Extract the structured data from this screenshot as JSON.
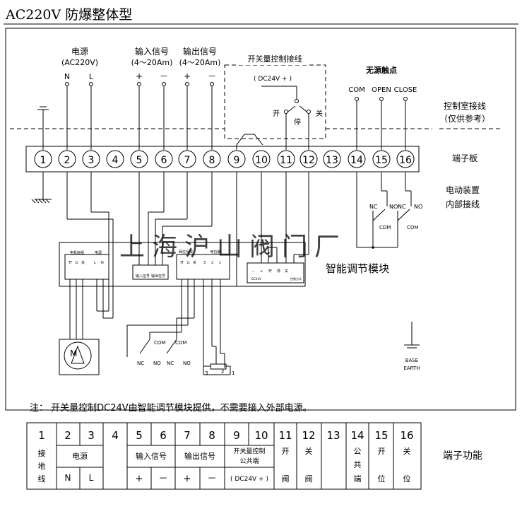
{
  "title": "AC220V 防爆整体型",
  "top_labels": {
    "power": "电源",
    "power_v": "(AC220V)",
    "input_signal": "输入信号",
    "input_range": "(4～20Am)",
    "output_signal": "输出信号",
    "output_range": "(4～20Am)",
    "switch_ctrl": "开关量控制接线",
    "dc24": "( DC24V + )",
    "open": "开",
    "stop": "停",
    "close": "关",
    "dry_contact": "无源触点",
    "com": "COM",
    "open_en": "OPEN",
    "close_en": "CLOSE",
    "ctrl_room_1": "控制室接线",
    "ctrl_room_2": "（仅供参考）",
    "N": "N",
    "L": "L",
    "plus1": "+",
    "minus1": "－",
    "plus2": "+",
    "minus2": "－"
  },
  "terminal_board": {
    "label": "端子板",
    "terminals": [
      "1",
      "2",
      "3",
      "4",
      "5",
      "6",
      "7",
      "8",
      "9",
      "10",
      "11",
      "12",
      "13",
      "14",
      "15",
      "16"
    ]
  },
  "device_wiring": {
    "label_1": "电动装置",
    "label_2": "内部接线",
    "nc": "NC",
    "no": "NO",
    "com": "COM"
  },
  "module": {
    "watermark": "上海沪山阀门厂",
    "label": "智能调节模块",
    "motor_label": "电机绕组",
    "power_label": "电源",
    "pos_label": "阀位反馈",
    "pot_label": "电位器",
    "in_label": "输入信号",
    "out_label": "输出信号",
    "dc24v": "DC24V",
    "ctrl_mode": "控制方式",
    "small_labels": [
      "开",
      "公",
      "关",
      "L",
      "N",
      "开",
      "公",
      "关",
      "3",
      "2",
      "1",
      "－",
      "+",
      "开",
      "停",
      "关"
    ],
    "motor_sym": "M",
    "base": "BASE",
    "earth": "EARTH",
    "pot_pins": [
      "3",
      "2",
      "1"
    ]
  },
  "note": "注：  开关量控制DC24V由智能调节模块提供，不需要接入外部电源。",
  "function_table": {
    "label": "端子功能",
    "numbers": [
      "1",
      "2",
      "3",
      "4",
      "5",
      "6",
      "7",
      "8",
      "9",
      "10",
      "11",
      "12",
      "13",
      "14",
      "15",
      "16"
    ],
    "t1": [
      "接",
      "地",
      "线"
    ],
    "power": "电源",
    "N": "N",
    "L": "L",
    "input": "输入信号",
    "output": "输出信号",
    "switch_1": "开关量控制",
    "switch_2": "公共端",
    "dc24": "( DC24V + )",
    "plus": "+",
    "minus": "－",
    "t11": [
      "开",
      "阀"
    ],
    "t12": [
      "关",
      "阀"
    ],
    "t14": [
      "公",
      "共",
      "端"
    ],
    "t15": [
      "开",
      "位"
    ],
    "t16": [
      "关",
      "位"
    ]
  }
}
